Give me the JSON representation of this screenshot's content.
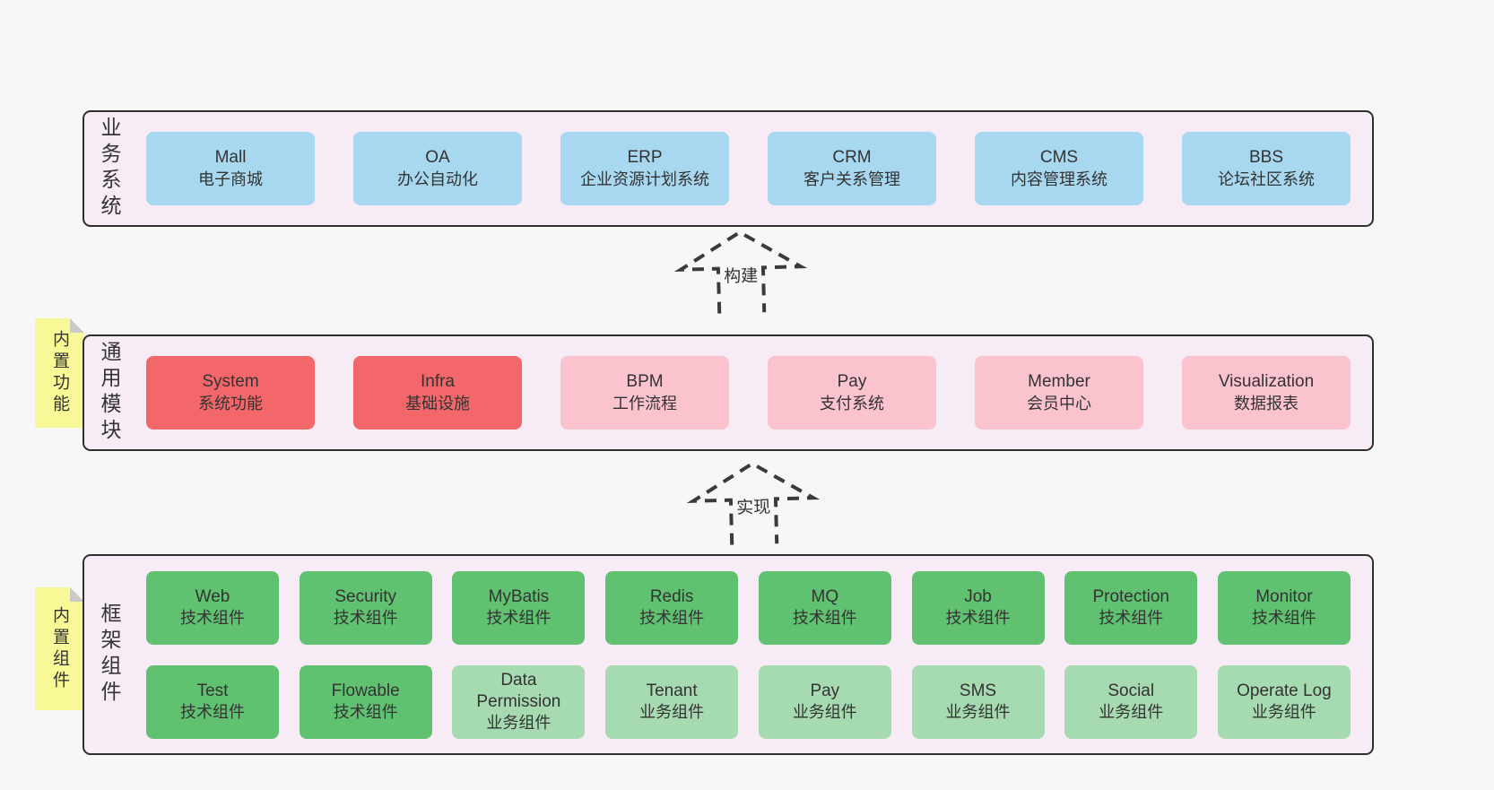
{
  "colors": {
    "blue": "#a8d8f0",
    "red": "#f3676b",
    "pink": "#fac3cd",
    "green": "#60c171",
    "green_light": "#a6dab0",
    "band_bg": "#f7ecf5",
    "band_border": "#2f2f2f",
    "sticky_yellow": "#f9f896",
    "sticky_fold": "#c9c9c9",
    "page_bg": "#f7f7f7",
    "text": "#333333",
    "arrow": "#3a3a3a"
  },
  "arrows": [
    {
      "label": "构建"
    },
    {
      "label": "实现"
    }
  ],
  "bands": [
    {
      "id": "business-systems",
      "label": "业务系统",
      "boxes": [
        {
          "en": "Mall",
          "zh": "电子商城",
          "type": "blue"
        },
        {
          "en": "OA",
          "zh": "办公自动化",
          "type": "blue"
        },
        {
          "en": "ERP",
          "zh": "企业资源计划系统",
          "type": "blue"
        },
        {
          "en": "CRM",
          "zh": "客户关系管理",
          "type": "blue"
        },
        {
          "en": "CMS",
          "zh": "内容管理系统",
          "type": "blue"
        },
        {
          "en": "BBS",
          "zh": "论坛社区系统",
          "type": "blue"
        }
      ]
    },
    {
      "id": "common-modules",
      "label": "通用模块",
      "sticky": "内置功能",
      "boxes": [
        {
          "en": "System",
          "zh": "系统功能",
          "type": "red"
        },
        {
          "en": "Infra",
          "zh": "基础设施",
          "type": "red"
        },
        {
          "en": "BPM",
          "zh": "工作流程",
          "type": "pink"
        },
        {
          "en": "Pay",
          "zh": "支付系统",
          "type": "pink"
        },
        {
          "en": "Member",
          "zh": "会员中心",
          "type": "pink"
        },
        {
          "en": "Visualization",
          "zh": "数据报表",
          "type": "pink"
        }
      ]
    },
    {
      "id": "framework-components",
      "label": "框架组件",
      "sticky": "内置组件",
      "rows": [
        [
          {
            "en": "Web",
            "zh": "技术组件",
            "type": "green"
          },
          {
            "en": "Security",
            "zh": "技术组件",
            "type": "green"
          },
          {
            "en": "MyBatis",
            "zh": "技术组件",
            "type": "green"
          },
          {
            "en": "Redis",
            "zh": "技术组件",
            "type": "green"
          },
          {
            "en": "MQ",
            "zh": "技术组件",
            "type": "green"
          },
          {
            "en": "Job",
            "zh": "技术组件",
            "type": "green"
          },
          {
            "en": "Protection",
            "zh": "技术组件",
            "type": "green"
          },
          {
            "en": "Monitor",
            "zh": "技术组件",
            "type": "green"
          }
        ],
        [
          {
            "en": "Test",
            "zh": "技术组件",
            "type": "green"
          },
          {
            "en": "Flowable",
            "zh": "技术组件",
            "type": "green"
          },
          {
            "en": "Data Permission",
            "zh": "业务组件",
            "type": "green_light"
          },
          {
            "en": "Tenant",
            "zh": "业务组件",
            "type": "green_light"
          },
          {
            "en": "Pay",
            "zh": "业务组件",
            "type": "green_light"
          },
          {
            "en": "SMS",
            "zh": "业务组件",
            "type": "green_light"
          },
          {
            "en": "Social",
            "zh": "业务组件",
            "type": "green_light"
          },
          {
            "en": "Operate Log",
            "zh": "业务组件",
            "type": "green_light"
          }
        ]
      ]
    }
  ]
}
